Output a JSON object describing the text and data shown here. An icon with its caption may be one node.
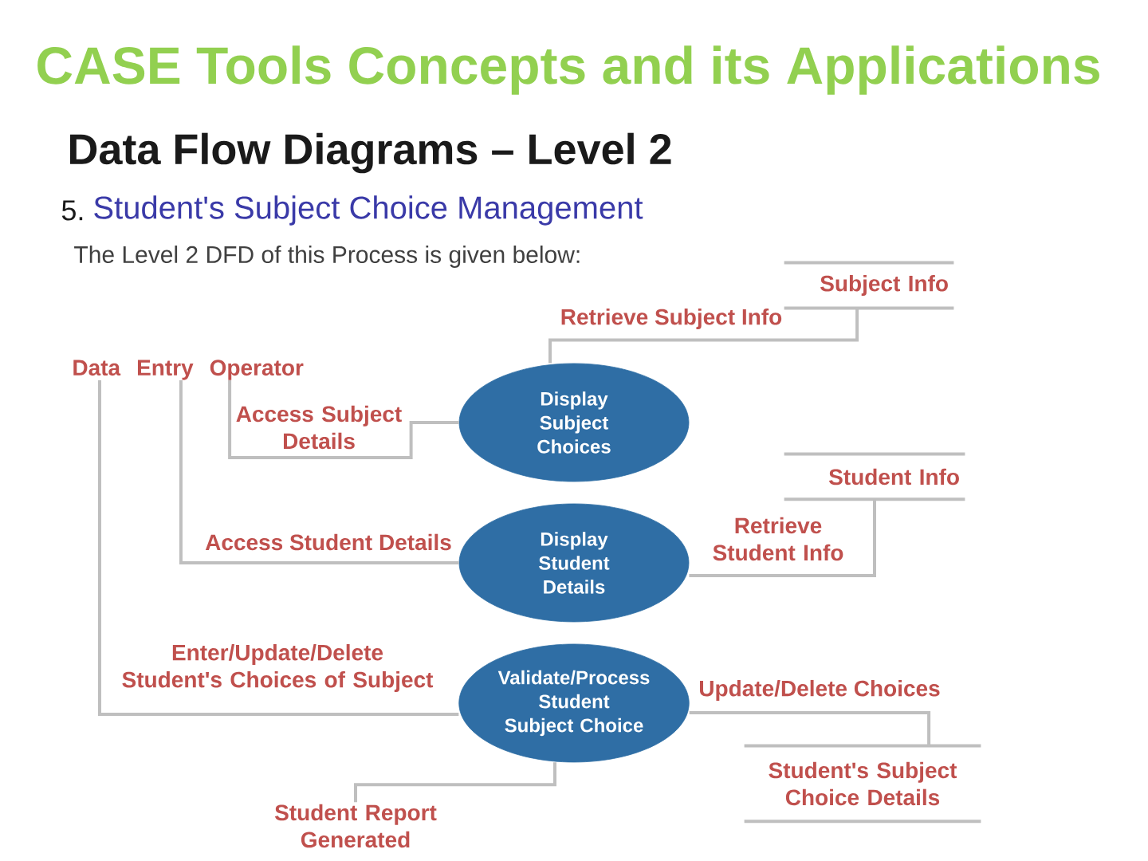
{
  "diagram": {
    "title": "CASE Tools Concepts and its Applications",
    "nodes": [
      {
        "text": [
          "Subject Info"
        ]
      },
      {
        "text": [
          "Data Entry Operator"
        ]
      },
      {
        "text": [
          "Display Subject Choices"
        ]
      },
      {
        "text": [
          "Student Info"
        ]
      },
      {
        "text": [
          "Display Student Details"
        ]
      },
      {
        "text": [
          "Validate/Process Student Subject Choice"
        ]
      },
      {
        "text": [
          "Student's Subject Choice Details"
        ]
      },
      {
        "text": [
          "Student Report Generated"
        ]
      }
    ],
    "edges": [
      {
        "from": 0,
        "to": 2,
        "arrow": "none",
        "label": "Retrieve Subject Info"
      },
      {
        "from": 1,
        "to": 2,
        "arrow": "none",
        "label": "Access Subject Details"
      },
      {
        "from": 3,
        "to": 4,
        "arrow": "none",
        "label": "Retrieve Student Info"
      },
      {
        "from": 1,
        "to": 4,
        "arrow": "none",
        "label": "Access Student Details"
      },
      {
        "from": 1,
        "to": 5,
        "arrow": "none",
        "label": "Enter/Update/Delete Student's Choices of Subject"
      },
      {
        "from": 5,
        "to": 6,
        "arrow": "none",
        "label": "Update/Delete Choices"
      },
      {
        "from": 5,
        "to": 7,
        "arrow": "none"
      }
    ],
    "labels": [
      "Data Flow Diagrams – Level 2",
      "5.",
      "Student's Subject Choice Management",
      "The Level 2 DFD of this Process is given below:"
    ]
  }
}
